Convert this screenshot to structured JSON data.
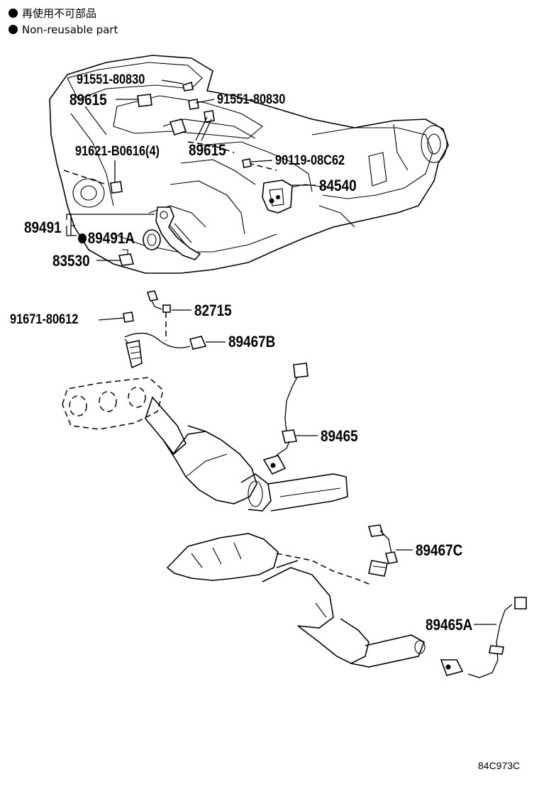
{
  "legend": {
    "non_reusable_jp": "再使用不可部品",
    "non_reusable_en": "Non-reusable part"
  },
  "parts": {
    "p91551_top": "91551-80830",
    "p89615_left": "89615",
    "p91551_right": "91551-80830",
    "p91621": "91621-B0616(4)",
    "p89615_right": "89615",
    "p90119": "90119-08C62",
    "p84540": "84540",
    "p89491": "89491",
    "p89491A": "89491A",
    "p83530": "83530",
    "p91671": "91671-80612",
    "p82715": "82715",
    "p89467B": "89467B",
    "p89465": "89465",
    "p89467C": "89467C",
    "p89465A": "89465A"
  },
  "drawing_code": "84C973C",
  "icons": {
    "non_reusable_marker": "filled-circle"
  }
}
